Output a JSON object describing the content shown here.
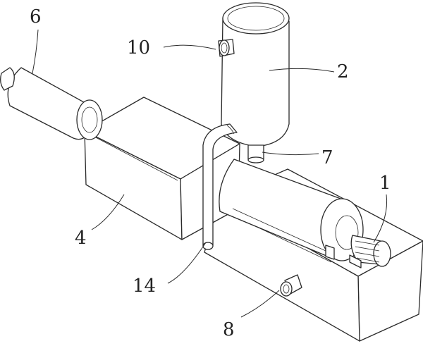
{
  "labels": {
    "part_1": "1",
    "part_2": "2",
    "part_4": "4",
    "part_6": "6",
    "part_7": "7",
    "part_8": "8",
    "part_10": "10",
    "part_14": "14"
  },
  "colors": {
    "line": "#2a2a2a",
    "background": "#ffffff"
  }
}
